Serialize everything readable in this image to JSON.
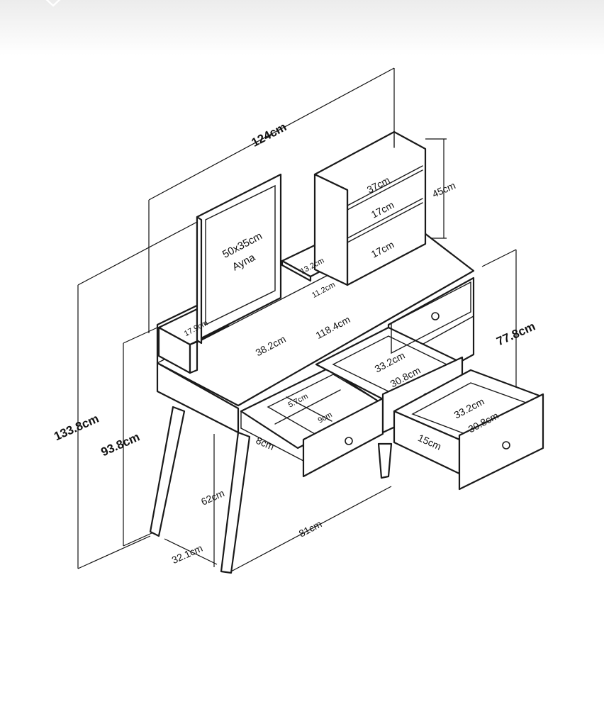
{
  "dimensions": {
    "total_width": "124cm",
    "total_height": "133.8cm",
    "table_height": "93.8cm",
    "leg_height": "62cm",
    "depth": "32.1cm",
    "leg_span": "81cm",
    "top_width": "118.4cm",
    "top_depth": "38.2cm",
    "right_cabinet_height": "77.8cm",
    "shelf_height": "45cm",
    "shelf_width": "37cm",
    "shelf_gap_upper": "17cm",
    "shelf_gap_lower": "17cm",
    "small_shelf_width": "13.2cm",
    "small_shelf_height": "11.2cm",
    "left_ledge": "17.9cm",
    "mirror_size": "50x35cm",
    "mirror_label": "Ayna",
    "drawer_center_depth": "33.2cm",
    "drawer_center_width": "30.8cm",
    "drawer_right_depth": "33.2cm",
    "drawer_right_width": "30.8cm",
    "drawer_right_height": "15cm",
    "drawer_left_height": "8cm",
    "drawer_left_compartment_a": "5.7cm",
    "drawer_left_compartment_b": "9cm"
  },
  "icons": {
    "close": "close-icon"
  }
}
